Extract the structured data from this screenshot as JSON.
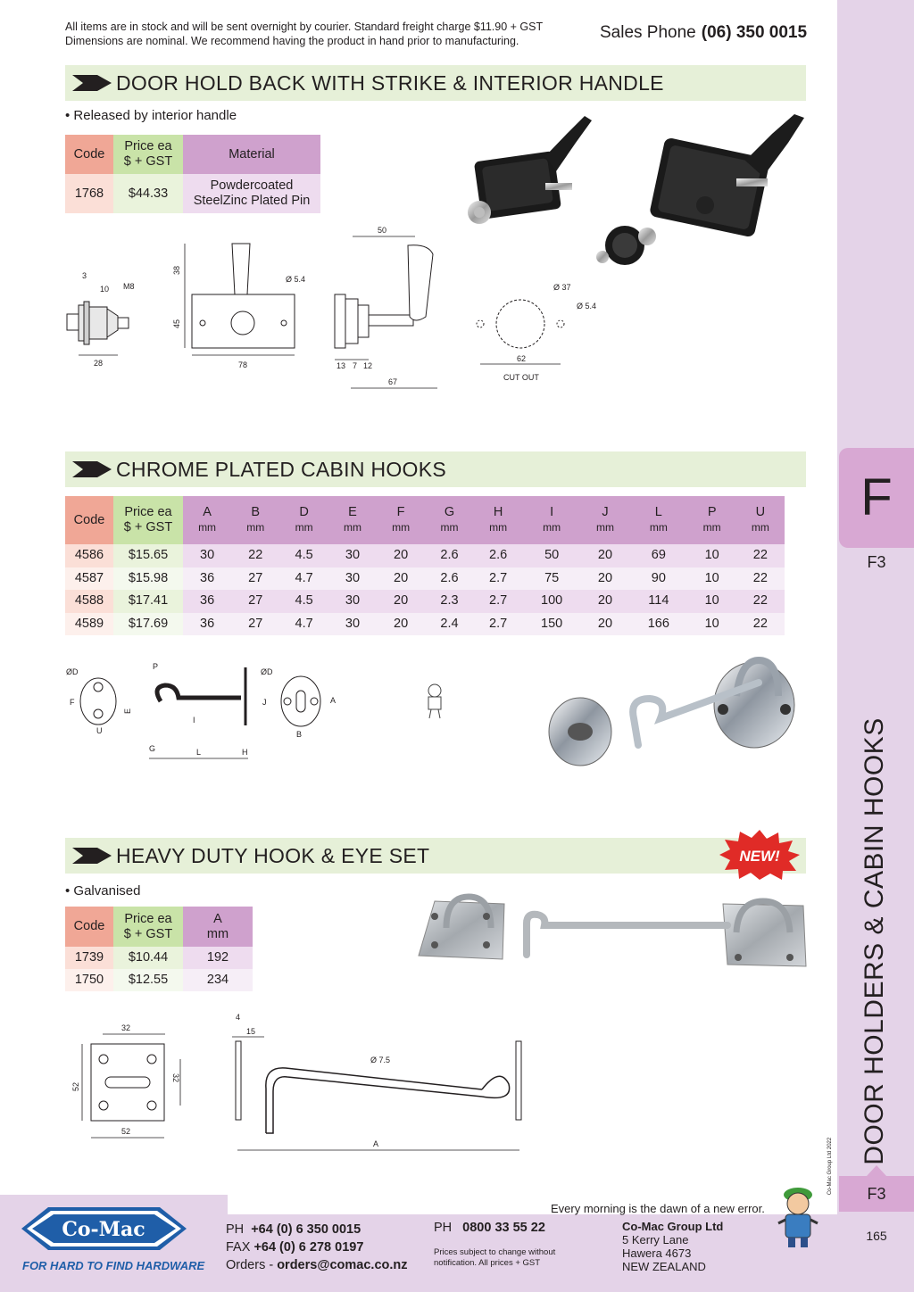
{
  "notice": {
    "line1": "All items are in stock and will be sent overnight by courier. Standard freight charge $11.90 + GST",
    "line2": "Dimensions are nominal. We recommend having the product in hand prior to manufacturing."
  },
  "sales": {
    "label": "Sales Phone",
    "number": "(06) 350 0015"
  },
  "side": {
    "letter": "F",
    "code_top": "F3",
    "category": "DOOR HOLDERS & CABIN HOOKS",
    "copyright": "© Co-Mac Group Ltd 2022",
    "code_bottom": "F3",
    "page": "165"
  },
  "section1": {
    "title": "DOOR HOLD BACK WITH STRIKE & INTERIOR HANDLE",
    "bullet": "• Released by interior handle",
    "table": {
      "headers": {
        "code": "Code",
        "price1": "Price ea",
        "price2": "$ + GST",
        "material": "Material"
      },
      "rows": [
        {
          "code": "1768",
          "price": "$44.33",
          "material1": "Powdercoated Steel",
          "material2": "Zinc Plated Pin"
        }
      ]
    },
    "dims": {
      "d3": "3",
      "d10": "10",
      "m8": "M8",
      "d28": "28",
      "d38": "38",
      "d45": "45",
      "dia54": "Ø 5.4",
      "d78": "78",
      "d50": "50",
      "d13": "13",
      "d7": "7",
      "d12": "12",
      "d67": "67",
      "dia37": "Ø 37",
      "dia54b": "Ø 5.4",
      "d62": "62",
      "cutout": "CUT OUT"
    }
  },
  "section2": {
    "title": "CHROME PLATED CABIN HOOKS",
    "table": {
      "headers": {
        "code": "Code",
        "price1": "Price ea",
        "price2": "$ + GST",
        "dims": [
          "A",
          "B",
          "D",
          "E",
          "F",
          "G",
          "H",
          "I",
          "J",
          "L",
          "P",
          "U"
        ],
        "unit": "mm"
      },
      "rows": [
        {
          "code": "4586",
          "price": "$15.65",
          "values": [
            "30",
            "22",
            "4.5",
            "30",
            "20",
            "2.6",
            "2.6",
            "50",
            "20",
            "69",
            "10",
            "22"
          ]
        },
        {
          "code": "4587",
          "price": "$15.98",
          "values": [
            "36",
            "27",
            "4.7",
            "30",
            "20",
            "2.6",
            "2.7",
            "75",
            "20",
            "90",
            "10",
            "22"
          ]
        },
        {
          "code": "4588",
          "price": "$17.41",
          "values": [
            "36",
            "27",
            "4.5",
            "30",
            "20",
            "2.3",
            "2.7",
            "100",
            "20",
            "114",
            "10",
            "22"
          ]
        },
        {
          "code": "4589",
          "price": "$17.69",
          "values": [
            "36",
            "27",
            "4.7",
            "30",
            "20",
            "2.4",
            "2.7",
            "150",
            "20",
            "166",
            "10",
            "22"
          ]
        }
      ]
    },
    "dims": {
      "oD": "ØD",
      "F": "F",
      "E": "E",
      "U": "U",
      "P": "P",
      "I": "I",
      "G": "G",
      "L": "L",
      "H": "H",
      "oD2": "ØD",
      "J": "J",
      "A": "A",
      "B": "B"
    }
  },
  "section3": {
    "title": "HEAVY DUTY HOOK & EYE SET",
    "badge": "NEW!",
    "bullet": "• Galvanised",
    "table": {
      "headers": {
        "code": "Code",
        "price1": "Price ea",
        "price2": "$ + GST",
        "a": "A",
        "unit": "mm"
      },
      "rows": [
        {
          "code": "1739",
          "price": "$10.44",
          "a": "192"
        },
        {
          "code": "1750",
          "price": "$12.55",
          "a": "234"
        }
      ]
    },
    "dims": {
      "d32": "32",
      "d52": "52",
      "d32b": "32",
      "d52b": "52",
      "d4": "4",
      "d15": "15",
      "dia75": "Ø 7.5",
      "A": "A"
    }
  },
  "footer": {
    "tagline": "Every morning is the dawn of a new error.",
    "logo": "Co-Mac",
    "slogan": "FOR HARD TO FIND HARDWARE",
    "ph_label": "PH",
    "ph": "+64 (0) 6 350 0015",
    "fax_label": "FAX",
    "fax": "+64 (0) 6 278 0197",
    "orders_label": "Orders -",
    "orders": "orders@comac.co.nz",
    "ph2_label": "PH",
    "ph2": "0800 33 55 22",
    "fine1": "Prices subject to change without",
    "fine2": "notification. All prices + GST",
    "company": "Co-Mac Group Ltd",
    "addr1": "5 Kerry Lane",
    "addr2": "Hawera 4673",
    "addr3": "NEW ZEALAND"
  },
  "colors": {
    "header_green": "#e6f0d8",
    "code_header": "#f0a796",
    "price_header": "#c9e3a8",
    "dim_header": "#cfa1cd",
    "side_purple": "#e4d3e8",
    "logo_blue": "#1f5ea8"
  },
  "icons": [
    "arrow-icon",
    "new-starburst-icon",
    "comac-logo-icon",
    "mascot-icon"
  ]
}
